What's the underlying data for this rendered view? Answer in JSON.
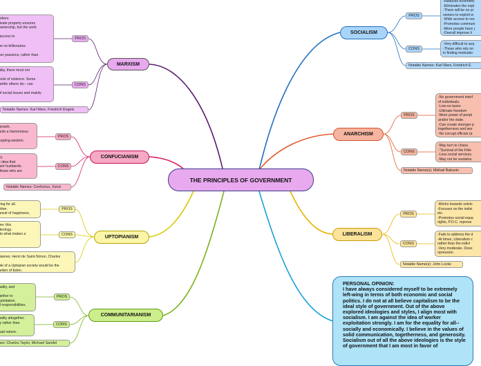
{
  "central": "THE PRINCIPLES OF GOVERNMENT",
  "colors": {
    "socialism": "#1f6fbf",
    "anarchism": "#e25a2a",
    "liberalism": "#e8b400",
    "marxism": "#5a1a6e",
    "confucianism": "#d81b60",
    "utopianism": "#d7c800",
    "communitarianism": "#79b31c",
    "opinion": "#1aa0d8"
  },
  "marxism": {
    "label": "MARXISM",
    "pros_label": "PROS",
    "pros_text": "orkers\nrivate property ensures\nownership, but the work\n\n access to\n\nbe no billionaires\n\neer passions, rather than",
    "cons_label": "CONS",
    "cons_text": "ality, there must not\n\nexist of violence. Some\n while others do-- can\n\nof social issues and mainly",
    "notable": "Notable Names: Karl Marx, Friedrich Engels"
  },
  "confucianism": {
    "label": "CONFUCIANISM",
    "pros_label": "PROS",
    "pros_text": "growth.\nards a harmonious\n\ncepting wisdom",
    "cons_label": "CONS",
    "cons_text": "ity.\ne idea that\nheir husbands.\n those who are",
    "notable": "Notable Names: Confucius, Xunzi"
  },
  "uptopianism": {
    "label": "UPTOPIANISM",
    "pros_label": "PROS",
    "pros_text": "ving for all.\nether.\nursuit of happiness,",
    "cons_label": "CONS",
    "cons_text": "me; this\ndeology.\n to what makes a",
    "notable_text": "Names: Henri de Saint-Simon, Charles\n\nple of a Uptopian society would be the\narden of Eden."
  },
  "communitarianism": {
    "label": "COMMUNITARIANISM",
    "pros_label": "PROS",
    "pros_text": "uality, and\n\ngether to\nxploitation.\nd responsibilities.",
    "cons_label": "CONS",
    "cons_text": "uality altogether.\nty rather than\n\nrupt nature.",
    "notable": "nes: Charles Taylor, Michael Sandel"
  },
  "socialism": {
    "label": "SOCIALISM",
    "pros_label": "PROS",
    "pros_text": "-Reduces economic\n-Eliminates the expl\n-There will be no pr\nowners to exploit w\n-Wide access to res\n-Promotes communi\n-More people have j\n-Overall improve li",
    "cons_label": "CONS",
    "cons_text": "-Very difficult to acq\n-Those who rely on\nin finding motivatio",
    "notable": "Notable Names: Karl Marx, Friedrich E"
  },
  "anarchism": {
    "label": "ANARCHISM",
    "pros_label": "PROS",
    "pros_text": "-No government interf\nof individuals.\n-Low-no taxes\n-Ultimate freedom\n-More power of peopl\nand/or the state.\n-Can create stronger p\ntogetherness and wor\n-No corrupt officals (a",
    "cons_label": "CONS",
    "cons_text": "-May turn to chaos.\n-\"Survival of the Fitte\n-Less social services.\n-May not be sustaina",
    "notable": "Notable Name(s): Mikhail Bakunin"
  },
  "liberalism": {
    "label": "LIBERALISM",
    "pros_label": "PROS",
    "pros_text": "-Works towards solvin\n-Focuses on the indivi\netc.\n-Promotes social equa\nrights, P.O.C. represe",
    "cons_label": "CONS",
    "cons_text": "-Fails to address the d\n-At times, Liberalism c\nrather than the indivi\n-Very moderate. Does\nopression.",
    "notable": "Notable Name(s): John Locke"
  },
  "opinion": {
    "title": "PERSONAL OPINION:",
    "text": "I have always considered myself to be extremely left-wing in terms of both economic and social politics. I do not at all believe capitalism to be the ideal style of government. Out of the above explored ideologies and styles, I align most with socialism. I am against the idea of worker exploitation strongly. I am for the equality for all-- socially and economically. I believe in the values of solid communication, togetherness, and generosity. Socialism out of all the above ideologies is the style of government that I am most in favor of"
  }
}
